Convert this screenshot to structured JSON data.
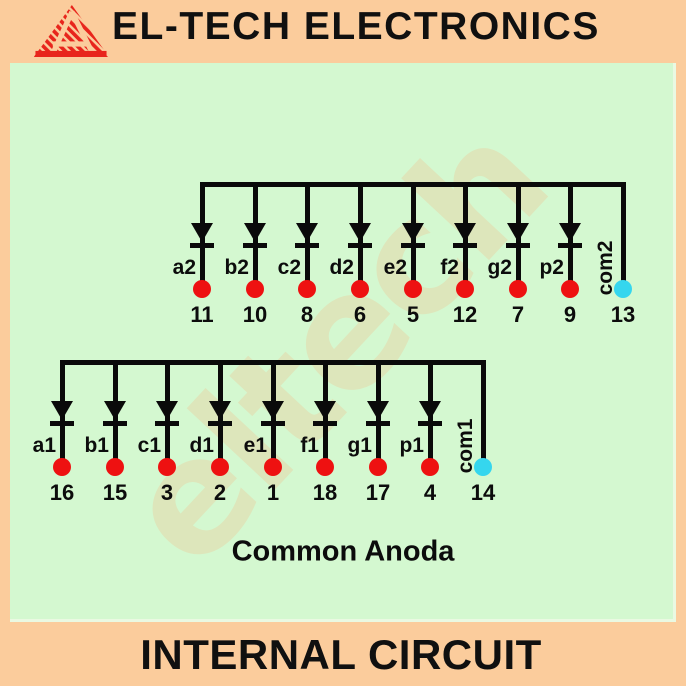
{
  "header": {
    "title": "EL-TECH ELECTRONICS",
    "logo_icon": "eltech-triangle-logo"
  },
  "watermark_text": "eltech",
  "caption": "Common Anoda",
  "footer": {
    "title": "INTERNAL CIRCUIT"
  },
  "colors": {
    "frame": "#FBCC9C",
    "panel": "#D4F8D0",
    "line": "#0A0A0A",
    "segment_dot": "#EE1111",
    "common_dot": "#35D6EE",
    "logo_red": "#E8251C",
    "watermark": "#DFE3B8"
  },
  "groups": [
    {
      "name": "digit-2",
      "common": {
        "label": "com2",
        "pin": "13"
      },
      "segments": [
        {
          "label": "a2",
          "pin": "11"
        },
        {
          "label": "b2",
          "pin": "10"
        },
        {
          "label": "c2",
          "pin": "8"
        },
        {
          "label": "d2",
          "pin": "6"
        },
        {
          "label": "e2",
          "pin": "5"
        },
        {
          "label": "f2",
          "pin": "12"
        },
        {
          "label": "g2",
          "pin": "7"
        },
        {
          "label": "p2",
          "pin": "9"
        }
      ]
    },
    {
      "name": "digit-1",
      "common": {
        "label": "com1",
        "pin": "14"
      },
      "segments": [
        {
          "label": "a1",
          "pin": "16"
        },
        {
          "label": "b1",
          "pin": "15"
        },
        {
          "label": "c1",
          "pin": "3"
        },
        {
          "label": "d1",
          "pin": "2"
        },
        {
          "label": "e1",
          "pin": "1"
        },
        {
          "label": "f1",
          "pin": "18"
        },
        {
          "label": "g1",
          "pin": "17"
        },
        {
          "label": "p1",
          "pin": "4"
        }
      ]
    }
  ]
}
